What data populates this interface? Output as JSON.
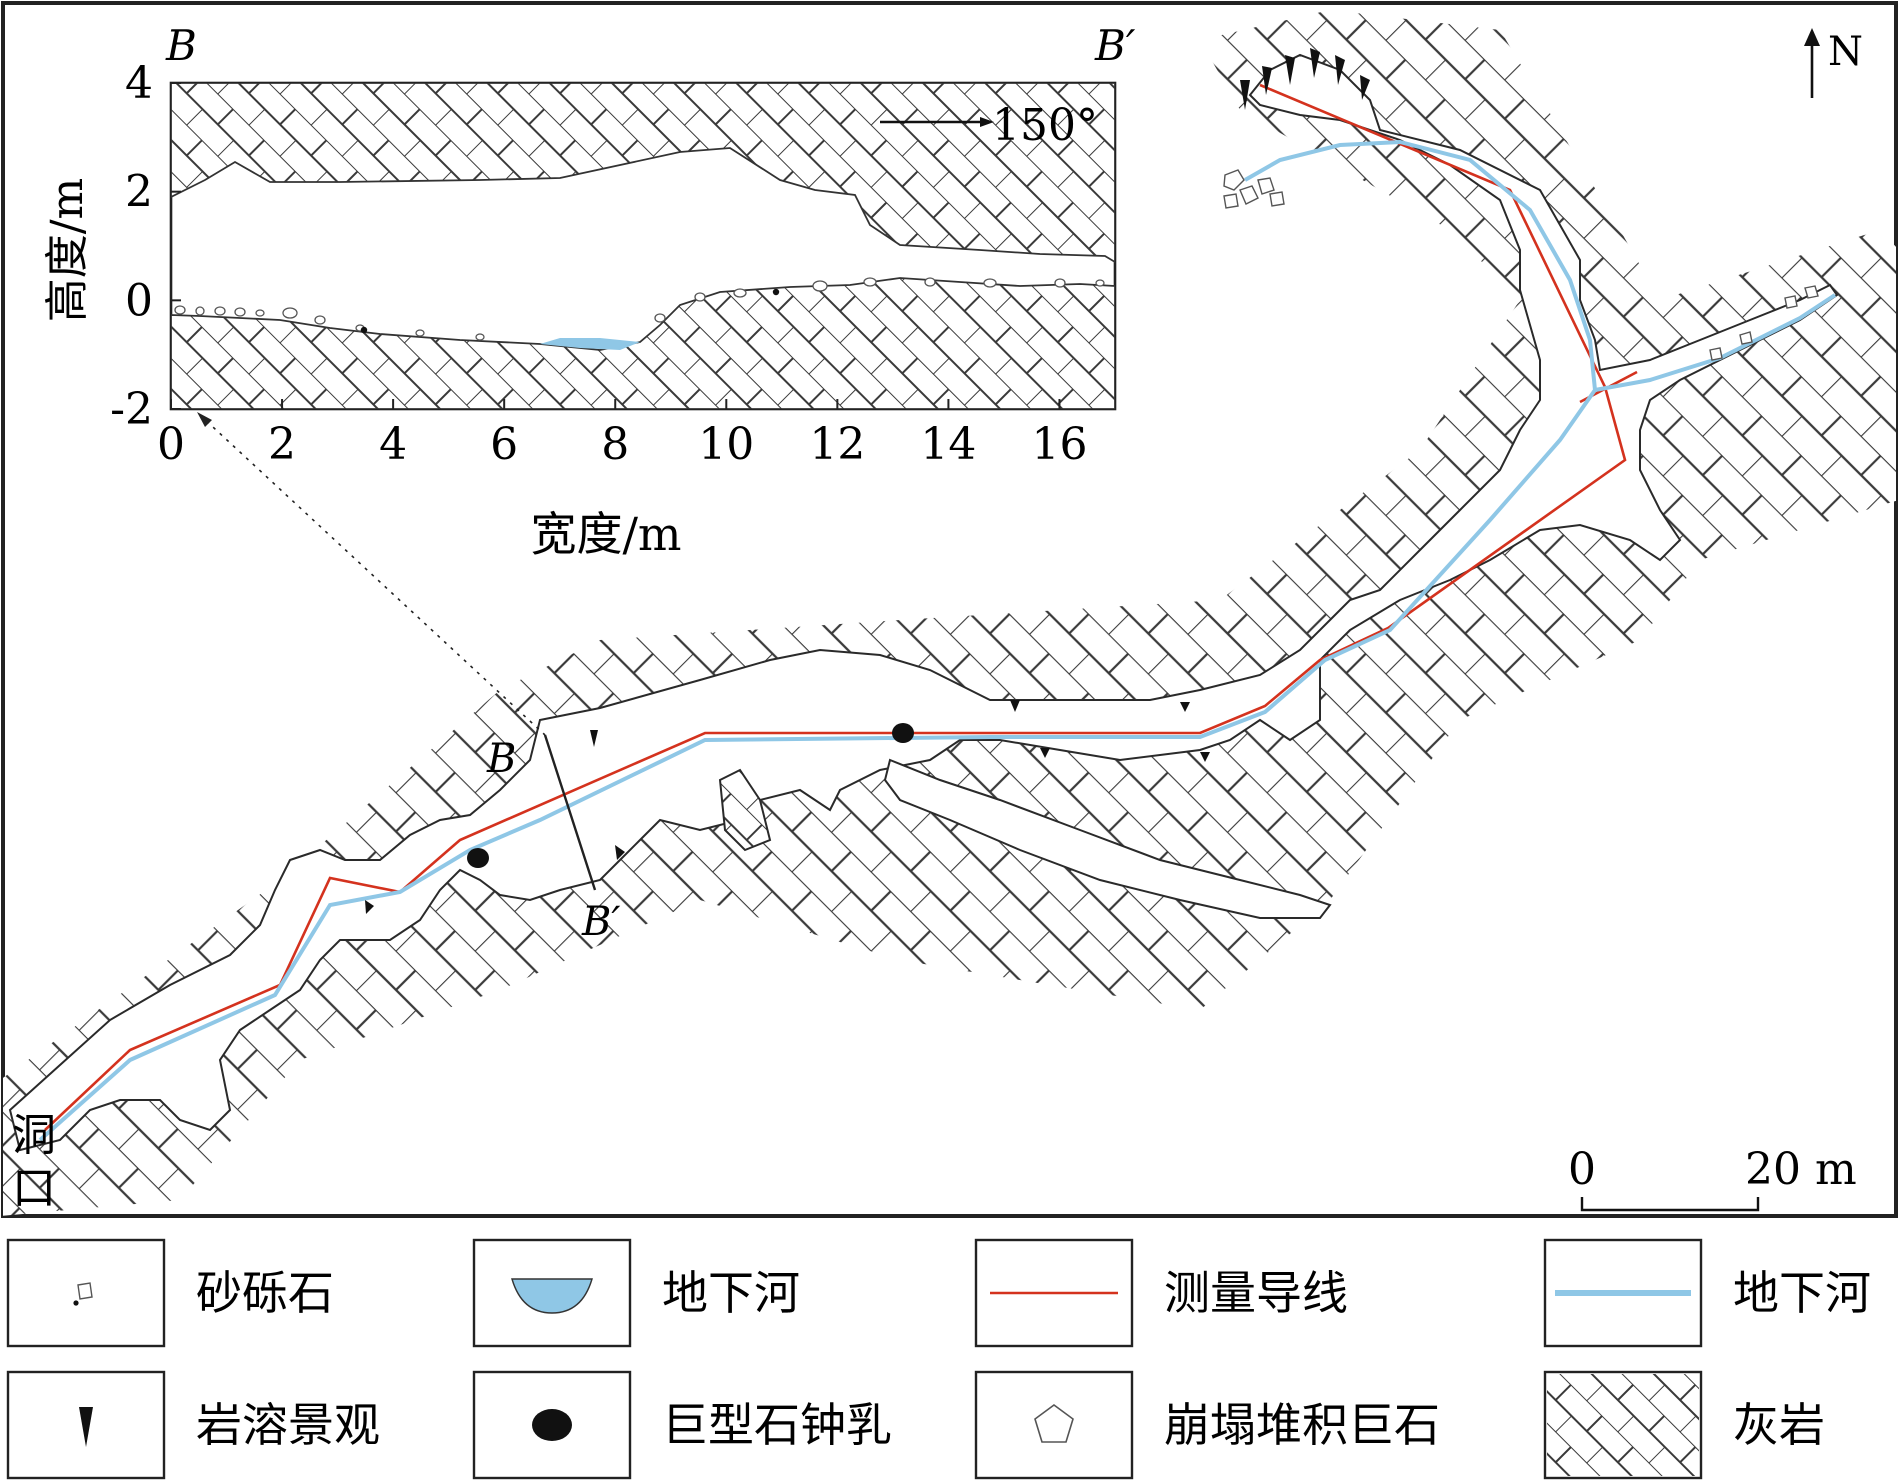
{
  "map": {
    "north": "N",
    "entrance": [
      "洞",
      "口"
    ],
    "section_start": "B",
    "section_end": "B′",
    "scale": {
      "zero": "0",
      "length": "20 m"
    },
    "colors": {
      "survey_line": "#d4321e",
      "river": "#8fc7e6",
      "outline": "#2a2a2a",
      "hatch": "#3a3a3a"
    }
  },
  "inset": {
    "corner_left": "B",
    "corner_right": "B′",
    "ylabel": "高度/m",
    "xlabel": "宽度/m",
    "direction": "150°",
    "xticks": [
      "0",
      "2",
      "4",
      "6",
      "8",
      "10",
      "12",
      "14",
      "16"
    ],
    "yticks": [
      "4",
      "2",
      "0",
      "-2"
    ],
    "xlim": [
      0,
      17
    ],
    "ylim": [
      -2,
      4
    ]
  },
  "legend": [
    {
      "label": "砂砾石",
      "icon": "gravel-icon"
    },
    {
      "label": "地下河",
      "icon": "river-section-icon"
    },
    {
      "label": "测量导线",
      "icon": "survey-line-icon"
    },
    {
      "label": "地下河",
      "icon": "river-line-icon"
    },
    {
      "label": "岩溶景观",
      "icon": "karst-feature-icon"
    },
    {
      "label": "巨型石钟乳",
      "icon": "giant-stalactite-icon"
    },
    {
      "label": "崩塌堆积巨石",
      "icon": "collapse-boulder-icon"
    },
    {
      "label": "灰岩",
      "icon": "limestone-icon"
    }
  ]
}
